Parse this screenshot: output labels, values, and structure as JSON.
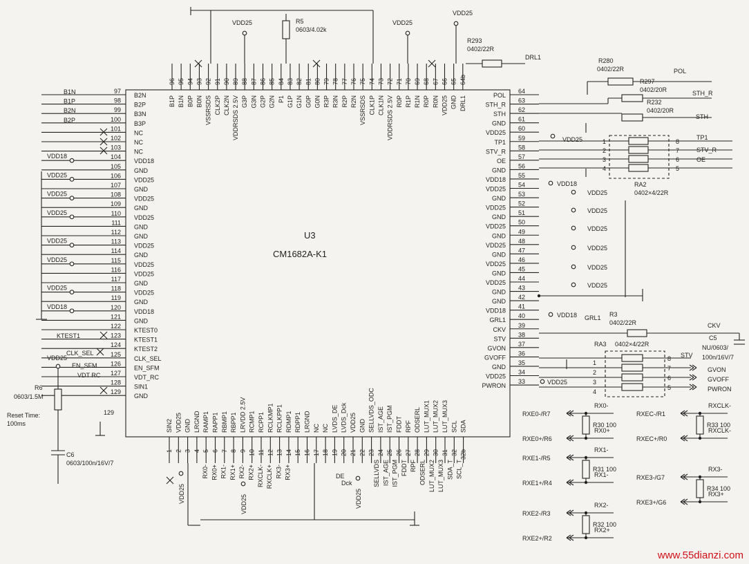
{
  "chip": {
    "ref": "U3",
    "part": "CM1682A-K1"
  },
  "pins": {
    "left": [
      [
        "97",
        "B2N"
      ],
      [
        "98",
        "B2P"
      ],
      [
        "99",
        "B3N"
      ],
      [
        "100",
        "B3P"
      ],
      [
        "101",
        "NC"
      ],
      [
        "102",
        "NC"
      ],
      [
        "103",
        "NC"
      ],
      [
        "104",
        "VDD18"
      ],
      [
        "105",
        "GND"
      ],
      [
        "106",
        "VDD25"
      ],
      [
        "107",
        "GND"
      ],
      [
        "108",
        "VDD25"
      ],
      [
        "109",
        "GND"
      ],
      [
        "110",
        "VDD25"
      ],
      [
        "111",
        "GND"
      ],
      [
        "112",
        "GND"
      ],
      [
        "113",
        "VDD25"
      ],
      [
        "114",
        "GND"
      ],
      [
        "115",
        "VDD25"
      ],
      [
        "116",
        "VDD25"
      ],
      [
        "117",
        "GND"
      ],
      [
        "118",
        "VDD25"
      ],
      [
        "119",
        "GND"
      ],
      [
        "120",
        "VDD18"
      ],
      [
        "121",
        "GND"
      ],
      [
        "122",
        "KTEST0"
      ],
      [
        "123",
        "KTEST1"
      ],
      [
        "124",
        "KTEST2"
      ],
      [
        "125",
        "CLK_SEL"
      ],
      [
        "126",
        "EN_SFM"
      ],
      [
        "127",
        "VDT_RC"
      ],
      [
        "128",
        "SIN1"
      ],
      [
        "129",
        "GND"
      ]
    ],
    "right": [
      [
        "64",
        "POL"
      ],
      [
        "63",
        "STH_R"
      ],
      [
        "62",
        "STH"
      ],
      [
        "61",
        "GND"
      ],
      [
        "60",
        "VDD25"
      ],
      [
        "59",
        "TP1"
      ],
      [
        "58",
        "STV_R"
      ],
      [
        "57",
        "OE"
      ],
      [
        "56",
        "GND"
      ],
      [
        "55",
        "VDD18"
      ],
      [
        "54",
        "VDD25"
      ],
      [
        "53",
        "GND"
      ],
      [
        "52",
        "VDD25"
      ],
      [
        "51",
        "GND"
      ],
      [
        "50",
        "VDD25"
      ],
      [
        "49",
        "GND"
      ],
      [
        "48",
        "VDD25"
      ],
      [
        "47",
        "GND"
      ],
      [
        "46",
        "VDD25"
      ],
      [
        "45",
        "GND"
      ],
      [
        "44",
        "VDD25"
      ],
      [
        "43",
        "GND"
      ],
      [
        "42",
        "GND"
      ],
      [
        "41",
        "VDD18"
      ],
      [
        "40",
        "GRL1"
      ],
      [
        "39",
        "CKV"
      ],
      [
        "38",
        "STV"
      ],
      [
        "37",
        "GVON"
      ],
      [
        "36",
        "GVOFF"
      ],
      [
        "35",
        "GND"
      ],
      [
        "34",
        "VDD25"
      ],
      [
        "33",
        "PWRON"
      ]
    ],
    "top": [
      [
        "96",
        "B1P"
      ],
      [
        "95",
        "B1N"
      ],
      [
        "94",
        "B0P"
      ],
      [
        "93",
        "B0N"
      ],
      [
        "92",
        "VSSRSDS"
      ],
      [
        "91",
        "CLK2P"
      ],
      [
        "90",
        "CLK2N"
      ],
      [
        "89",
        "VDDRSDS 2.5V"
      ],
      [
        "88",
        "G3P"
      ],
      [
        "87",
        "G3N"
      ],
      [
        "86",
        "G2P"
      ],
      [
        "85",
        "G2N"
      ],
      [
        "84",
        "P1"
      ],
      [
        "83",
        "G1P"
      ],
      [
        "82",
        "G1N"
      ],
      [
        "81",
        "G0P"
      ],
      [
        "80",
        "G0N"
      ],
      [
        "79",
        "R3P"
      ],
      [
        "78",
        "R3N"
      ],
      [
        "77",
        "R2P"
      ],
      [
        "76",
        "R2N"
      ],
      [
        "75",
        "VSSRSDS"
      ],
      [
        "74",
        "CLK1P"
      ],
      [
        "73",
        "CLK1N"
      ],
      [
        "72",
        "VDDRSDS 2.5V"
      ],
      [
        "71",
        "R0P"
      ],
      [
        "70",
        "R1P"
      ],
      [
        "69",
        "R1N"
      ],
      [
        "68",
        "R0P"
      ],
      [
        "67",
        "R0N"
      ],
      [
        "66",
        "VDD25"
      ],
      [
        "65",
        "GND"
      ],
      [
        "64b",
        "DRL1"
      ]
    ],
    "bottom": [
      [
        "1",
        "SIN2"
      ],
      [
        "2",
        "VDD25"
      ],
      [
        "3",
        "GND"
      ],
      [
        "4",
        "LRGND"
      ],
      [
        "5",
        "RAMP1"
      ],
      [
        "6",
        "RAPP1"
      ],
      [
        "7",
        "RBMP1"
      ],
      [
        "8",
        "RBPP1"
      ],
      [
        "9",
        "LRVDD 2.5V"
      ],
      [
        "10",
        "RCMP1"
      ],
      [
        "11",
        "RCPP1"
      ],
      [
        "12",
        "RCLKMP1"
      ],
      [
        "13",
        "RCLKPP1"
      ],
      [
        "14",
        "RDMP1"
      ],
      [
        "15",
        "RDPP1"
      ],
      [
        "16",
        "LRGND"
      ],
      [
        "17",
        "NC"
      ],
      [
        "18",
        "NC"
      ],
      [
        "19",
        "LVDS_DE"
      ],
      [
        "20",
        "LVDS_Dck"
      ],
      [
        "21",
        "VDD25"
      ],
      [
        "22",
        "GND"
      ],
      [
        "23",
        "SELLVDS_ODC"
      ],
      [
        "24",
        "IST_AGE"
      ],
      [
        "25",
        "IST_PGM"
      ],
      [
        "26",
        "FDDT"
      ],
      [
        "27",
        "RPF"
      ],
      [
        "28",
        "ODSERL"
      ],
      [
        "29",
        "LUT_MUX1"
      ],
      [
        "30",
        "LUT_MUX2"
      ],
      [
        "31",
        "LUT_MUX3"
      ],
      [
        "32",
        "SCL"
      ],
      [
        "32b",
        "SDA"
      ]
    ]
  },
  "nets": {
    "left_inputs": [
      "B1N",
      "B1P",
      "B2N",
      "B2P"
    ],
    "vdd18": "VDD18",
    "vdd25": "VDD25",
    "ktest1": "KTEST1",
    "clk_sel": "CLK_SEL",
    "en_sfm": "EN_SFM",
    "vdt_rc": "VDT RC",
    "drl1": "DRL1",
    "pol": "POL",
    "sth_r": "STH_R",
    "sth": "STH",
    "tp1": "TP1",
    "stv_r": "STV_R",
    "oe": "OE",
    "grl1": "GRL1",
    "ckv": "CKV",
    "stv": "STV",
    "gvon": "GVON",
    "gvoff": "GVOFF",
    "pwron": "PWRON",
    "gnd": "GND",
    "reset_time": "Reset Time:",
    "reset_ms": "100ms",
    "lvds_bottom": [
      "RX0-",
      "RX0+",
      "RX1-",
      "RX1+",
      "RX2-",
      "RX2+",
      "RXCLK-",
      "RXCLK+",
      "RX3-",
      "RX3+"
    ],
    "misc_bottom": [
      "DE",
      "Dck"
    ],
    "lut_bottom": [
      "SELLVDS",
      "IST_AGE",
      "IST_PGM",
      "FDDT",
      "RPF",
      "ODSERL",
      "LUT_MUX2",
      "LUT_MUX3",
      "SDA_T",
      "SCL_T"
    ]
  },
  "components": {
    "R5": {
      "ref": "R5",
      "value": "0603/4.02k"
    },
    "R293": {
      "ref": "R293",
      "value": "0402/22R"
    },
    "R280": {
      "ref": "R280",
      "value": "0402/22R"
    },
    "R297": {
      "ref": "R297",
      "value": "0402/20R"
    },
    "R232": {
      "ref": "R232",
      "value": "0402/20R"
    },
    "RA2": {
      "ref": "RA2",
      "value": "0402×4/22R"
    },
    "R3": {
      "ref": "R3",
      "value": "0402/22R"
    },
    "RA3": {
      "ref": "RA3",
      "value": "0402×4/22R"
    },
    "C5": {
      "ref": "C5",
      "value1": "NU/0603/",
      "value2": "100n/16V/7"
    },
    "R6": {
      "ref": "R6",
      "value": "0603/1.5M"
    },
    "C6": {
      "ref": "C6",
      "value": "0603/100n/16V/7"
    },
    "R30": {
      "ref": "R30",
      "value": "100"
    },
    "R31": {
      "ref": "R31",
      "value": "100"
    },
    "R32": {
      "ref": "R32",
      "value": "100"
    },
    "R33": {
      "ref": "R33",
      "value": "100"
    },
    "R34": {
      "ref": "R34",
      "value": "100"
    }
  },
  "terminations": [
    {
      "left_top": "RXE0-/R7",
      "left_bot": "RXE0+/R6",
      "net_top": "RX0-",
      "net_bot": "RX0+",
      "res": "R30 100"
    },
    {
      "left_top": "RXE1-/R5",
      "left_bot": "RXE1+/R4",
      "net_top": "RX1-",
      "net_bot": "RX1-",
      "res": "R31 100"
    },
    {
      "left_top": "RXE2-/R3",
      "left_bot": "RXE2+/R2",
      "net_top": "RX2-",
      "net_bot": "RX2+",
      "res": "R32 100"
    },
    {
      "left_top": "RXEC-/R1",
      "left_bot": "RXEC+/R0",
      "net_top": "RXCLK-",
      "net_bot": "RXCLK-",
      "res": "R33 100"
    },
    {
      "left_top": "RXE3-/G7",
      "left_bot": "RXE3+/G6",
      "net_top": "RX3-",
      "net_bot": "RX3+",
      "res": "R34 100"
    }
  ],
  "watermark": "www.55dianzi.com"
}
